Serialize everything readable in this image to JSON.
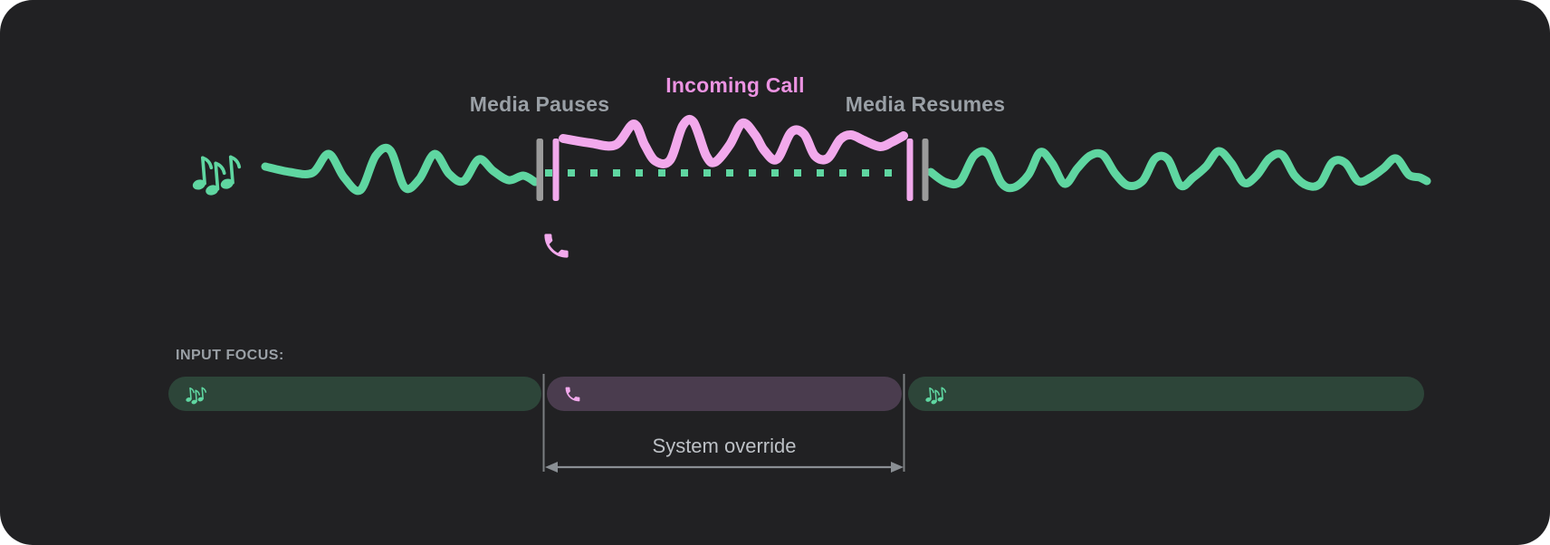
{
  "diagram": {
    "timeline": {
      "media_pauses_label": "Media Pauses",
      "incoming_call_label": "Incoming Call",
      "media_resumes_label": "Media Resumes",
      "segments": [
        {
          "type": "media-playing",
          "waveform": "green-wave",
          "icon": "music-notes-icon"
        },
        {
          "type": "incoming-call",
          "waveform": "pink-wave",
          "underlay": "muted-media-dotted-line",
          "icon": "phone-icon"
        },
        {
          "type": "media-playing",
          "waveform": "green-wave"
        }
      ]
    },
    "input_focus": {
      "heading": "INPUT FOCUS:",
      "override_label": "System override",
      "segments": [
        {
          "type": "media",
          "icon": "music-notes-icon"
        },
        {
          "type": "call",
          "icon": "phone-icon"
        },
        {
          "type": "media",
          "icon": "music-notes-icon"
        }
      ]
    },
    "colors": {
      "page": "#ffffff",
      "background": "#212123",
      "media-green": "#5fd6a1",
      "media-green-dim": "#2d4539",
      "call-pink": "#f2a9ec",
      "call-pink-text": "#ec93e2",
      "call-purple-dim": "#4a3c4e",
      "bar-gray": "#9b9b9b",
      "label-gray": "#9aa0a6",
      "override-gray": "#bdc1c6",
      "arrow-gray": "#8a8f94",
      "guide-gray": "#7b7e81"
    }
  }
}
